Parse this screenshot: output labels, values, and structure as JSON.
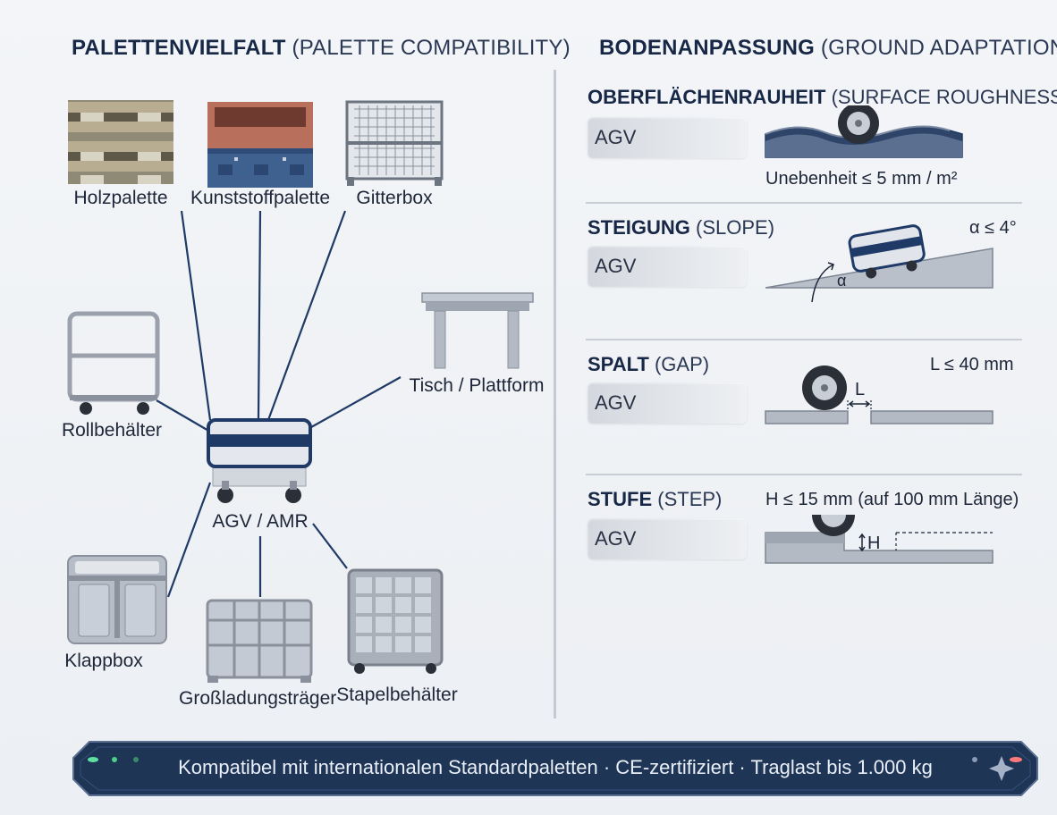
{
  "left_heading": {
    "bold": "PALETTENVIELFALT",
    "sub": "(PALETTE COMPATIBILITY)"
  },
  "right_heading": {
    "bold": "BODENANPASSUNG",
    "sub": "(GROUND ADAPTATION)"
  },
  "palettes": {
    "holzpalette": "Holzpalette",
    "kunststoffpalette": "Kunststoffpalette",
    "gitterbox": "Gitterbox",
    "rollbehaelter": "Rollbehälter",
    "tisch": "Tisch / Plattform",
    "agv_amr": "AGV / AMR",
    "klappbox": "Klappbox",
    "grossladungstraeger": "Großladungsträger",
    "stapelbehaelter": "Stapelbehälter"
  },
  "ground": {
    "roughness": {
      "bold": "OBERFLÄCHENRAUHEIT",
      "sub": "(SURFACE ROUGHNESS)",
      "agv": "AGV",
      "spec": "Unebenheit ≤ 5 mm / m²"
    },
    "slope": {
      "bold": "STEIGUNG",
      "sub": "(SLOPE)",
      "agv": "AGV",
      "spec": "α ≤ 4°",
      "angle_symbol": "α"
    },
    "gap": {
      "bold": "SPALT",
      "sub": "(GAP)",
      "agv": "AGV",
      "spec": "L ≤ 40 mm",
      "gap_symbol": "L"
    },
    "step": {
      "bold": "STUFE",
      "sub": "(STEP)",
      "agv": "AGV",
      "spec": "H ≤ 15 mm (auf 100 mm Länge)",
      "height_symbol": "H"
    }
  },
  "footer": {
    "text": "Kompatibel mit internationalen Standardpaletten · CE-zertifiziert · Traglast bis 1.000 kg"
  },
  "colors": {
    "navy": "#1f3a66",
    "steel": "#b7bec8",
    "footer_bg": "#1e3556"
  }
}
